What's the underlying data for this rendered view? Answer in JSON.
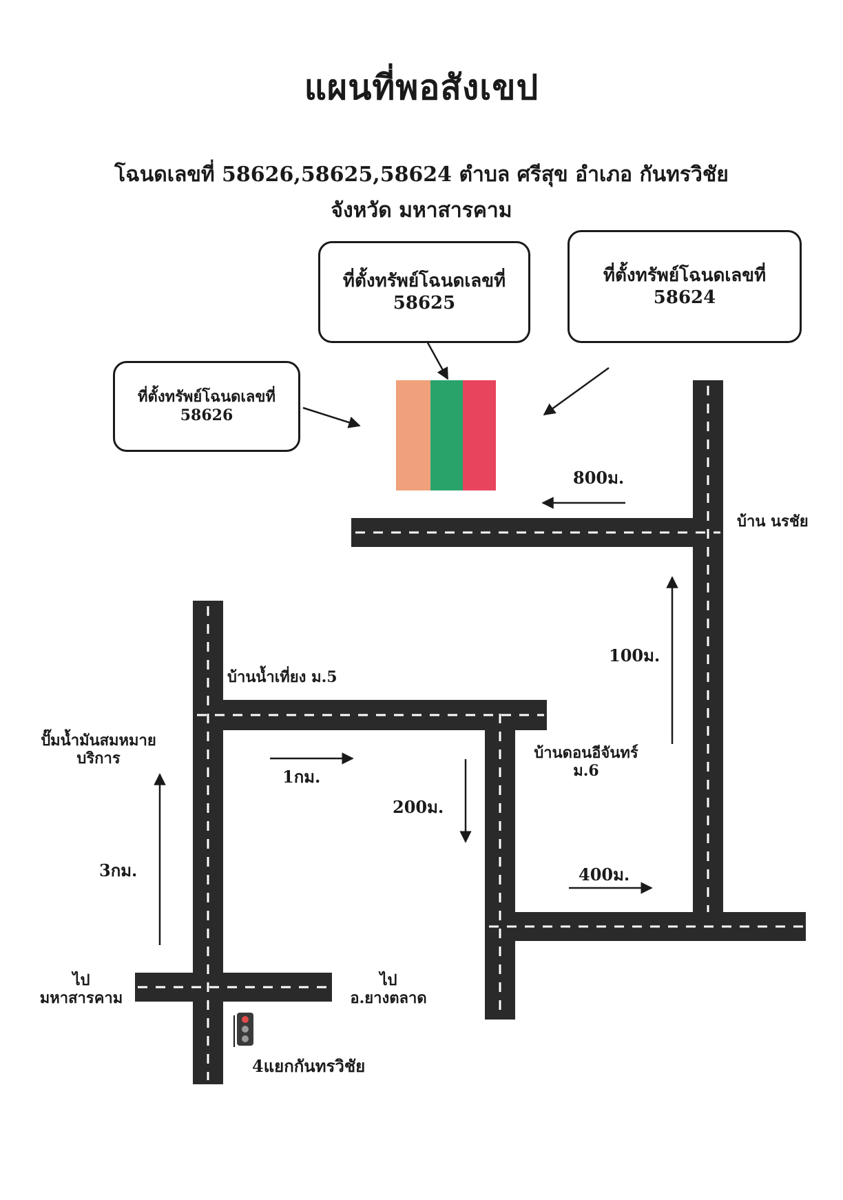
{
  "title": "แผนที่พอสังเขป",
  "subtitle": {
    "line1": "โฉนดเลขที่ 58626,58625,58624 ตำบล ศรีสุข อำเภอ กันทรวิชัย",
    "line2": "จังหวัด มหาสารคาม"
  },
  "plots": [
    {
      "label": "ที่ตั้งทรัพย์โฉนดเลขที่",
      "number": "58626",
      "color": "#f0a07a"
    },
    {
      "label": "ที่ตั้งทรัพย์โฉนดเลขที่",
      "number": "58625",
      "color": "#2aa36b"
    },
    {
      "label": "ที่ตั้งทรัพย์โฉนดเลขที่",
      "number": "58624",
      "color": "#e8445e"
    }
  ],
  "places": {
    "ban_norachai": "บ้าน นรชัย",
    "ban_nam_thiang": "บ้านน้ำเที่ยง ม.5",
    "gas_station_line1": "ปั๊มน้ำมันสมหมาย",
    "gas_station_line2": "บริการ",
    "ban_don_ijan_line1": "บ้านดอนอีจันทร์",
    "ban_don_ijan_line2": "ม.6",
    "to_left_line1": "ไป",
    "to_left_line2": "มหาสารคาม",
    "to_right_line1": "ไป",
    "to_right_line2": "อ.ยางตลาด",
    "intersection": "4แยกกันทรวิชัย"
  },
  "distances": {
    "d800": "800ม.",
    "d100": "100ม.",
    "d1km": "1กม.",
    "d200": "200ม.",
    "d400": "400ม.",
    "d3km": "3กม."
  },
  "colors": {
    "road": "#2a2a2a",
    "lane": "#ffffff",
    "ink": "#1a1a1a"
  },
  "icons": {
    "traffic_light": "traffic-light-icon"
  }
}
